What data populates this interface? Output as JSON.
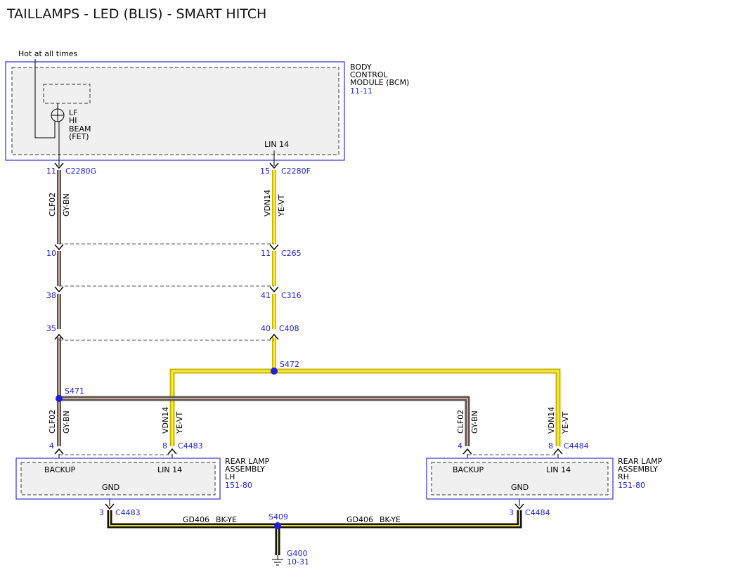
{
  "title": "TAILLAMPS - LED (BLIS) - SMART HITCH",
  "colors": {
    "module_outline": "#3333cc",
    "module_fill": "#f0f0f0",
    "connector_blue": "#1f1fd6",
    "wire_gy_bn_base": "#7a6e6a",
    "wire_gy_bn_stripe": "#c9a9a0",
    "wire_ye_vt_base": "#f2dc1a",
    "wire_ye_vt_stripe": "#fff7a0",
    "wire_bk_ye_base": "#111111",
    "wire_bk_ye_stripe": "#f2dc1a"
  },
  "hot_note": "Hot at all times",
  "bcm": {
    "name_lines": [
      "BODY",
      "CONTROL",
      "MODULE (BCM)"
    ],
    "ref": "11-11",
    "fet_lines": [
      "LF",
      "HI",
      "BEAM",
      "(FET)"
    ],
    "lin_pin": "LIN 14"
  },
  "connectors": {
    "c2280g": {
      "pin": "11",
      "name": "C2280G"
    },
    "c2280f": {
      "pin": "15",
      "name": "C2280F"
    },
    "c265_left_pin": "10",
    "c265": {
      "pin": "11",
      "name": "C265"
    },
    "c316_left_pin": "38",
    "c316": {
      "pin": "41",
      "name": "C316"
    },
    "c408_left_pin": "35",
    "c408": {
      "pin": "40",
      "name": "C408"
    },
    "c4483_left_pin": "4",
    "c4483": {
      "pin": "8",
      "name": "C4483"
    },
    "c4484_left_pin": "4",
    "c4484": {
      "pin": "8",
      "name": "C4484"
    },
    "c4483_gnd": {
      "pin": "3",
      "name": "C4483"
    },
    "c4484_gnd": {
      "pin": "3",
      "name": "C4484"
    }
  },
  "wires": {
    "clf02": "CLF02",
    "gy_bn": "GY-BN",
    "vdn14": "VDN14",
    "ye_vt": "YE-VT",
    "gd406": "GD406",
    "bk_ye": "BK-YE"
  },
  "splices": {
    "s471": "S471",
    "s472": "S472",
    "s409": "S409"
  },
  "lamp_lh": {
    "backup": "BACKUP",
    "lin": "LIN 14",
    "gnd": "GND",
    "name_lines": [
      "REAR LAMP",
      "ASSEMBLY",
      "LH"
    ],
    "ref": "151-80"
  },
  "lamp_rh": {
    "backup": "BACKUP",
    "lin": "LIN 14",
    "gnd": "GND",
    "name_lines": [
      "REAR LAMP",
      "ASSEMBLY",
      "RH"
    ],
    "ref": "151-80"
  },
  "ground": {
    "name": "G400",
    "ref": "10-31"
  }
}
